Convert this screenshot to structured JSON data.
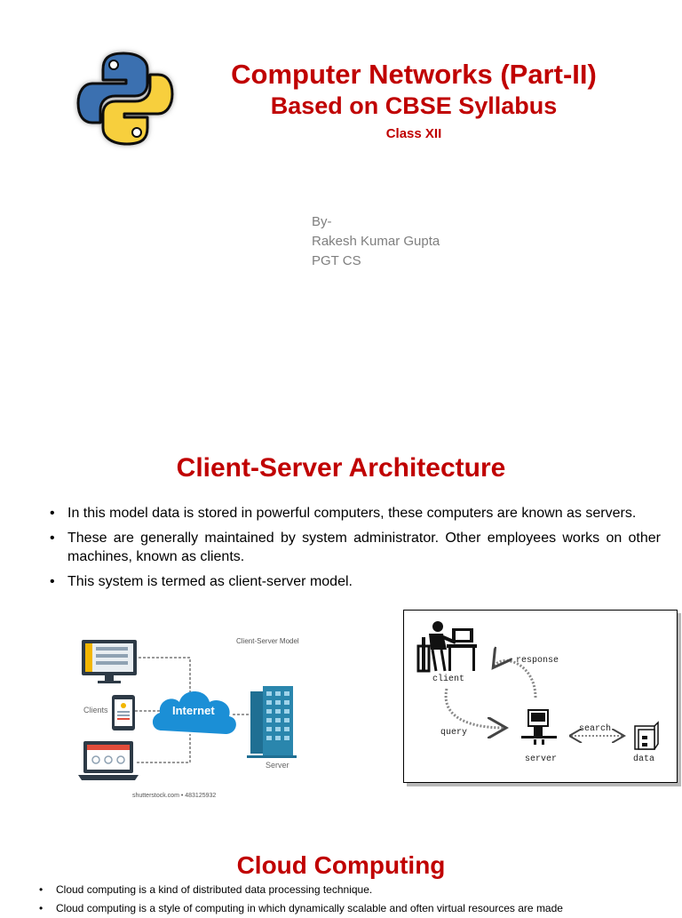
{
  "slide1": {
    "title": "Computer Networks  (Part-II)",
    "subtitle": "Based on CBSE Syllabus",
    "class_label": "Class XII",
    "author": {
      "by": "By-",
      "name": "Rakesh Kumar Gupta",
      "role": "PGT CS"
    }
  },
  "slide2": {
    "title": "Client-Server  Architecture",
    "bullets": [
      "In this model data is stored in powerful computers, these computers are known as servers.",
      "These are generally maintained by system administrator. Other employees works on other machines, known as clients.",
      "This system is termed as client-server model."
    ],
    "image_left": {
      "model_label": "Client-Server Model",
      "clients_label": "Clients",
      "internet_label": "Internet",
      "server_label": "Server",
      "credit": "shutterstock.com • 483125932"
    },
    "image_right": {
      "client": "client",
      "response": "response",
      "query": "query",
      "server": "server",
      "search": "search",
      "data": "data"
    }
  },
  "slide3": {
    "title": "Cloud Computing",
    "bullets": [
      "Cloud computing is a kind of distributed data processing technique.",
      "Cloud computing is a style of computing in which dynamically scalable and often virtual resources are made"
    ]
  },
  "colors": {
    "title_red": "#c00000",
    "author_gray": "#7f7f7f",
    "python_blue": "#3a6fb0",
    "python_yellow": "#f7cf3c",
    "cloud_blue": "#1b8fd6"
  }
}
